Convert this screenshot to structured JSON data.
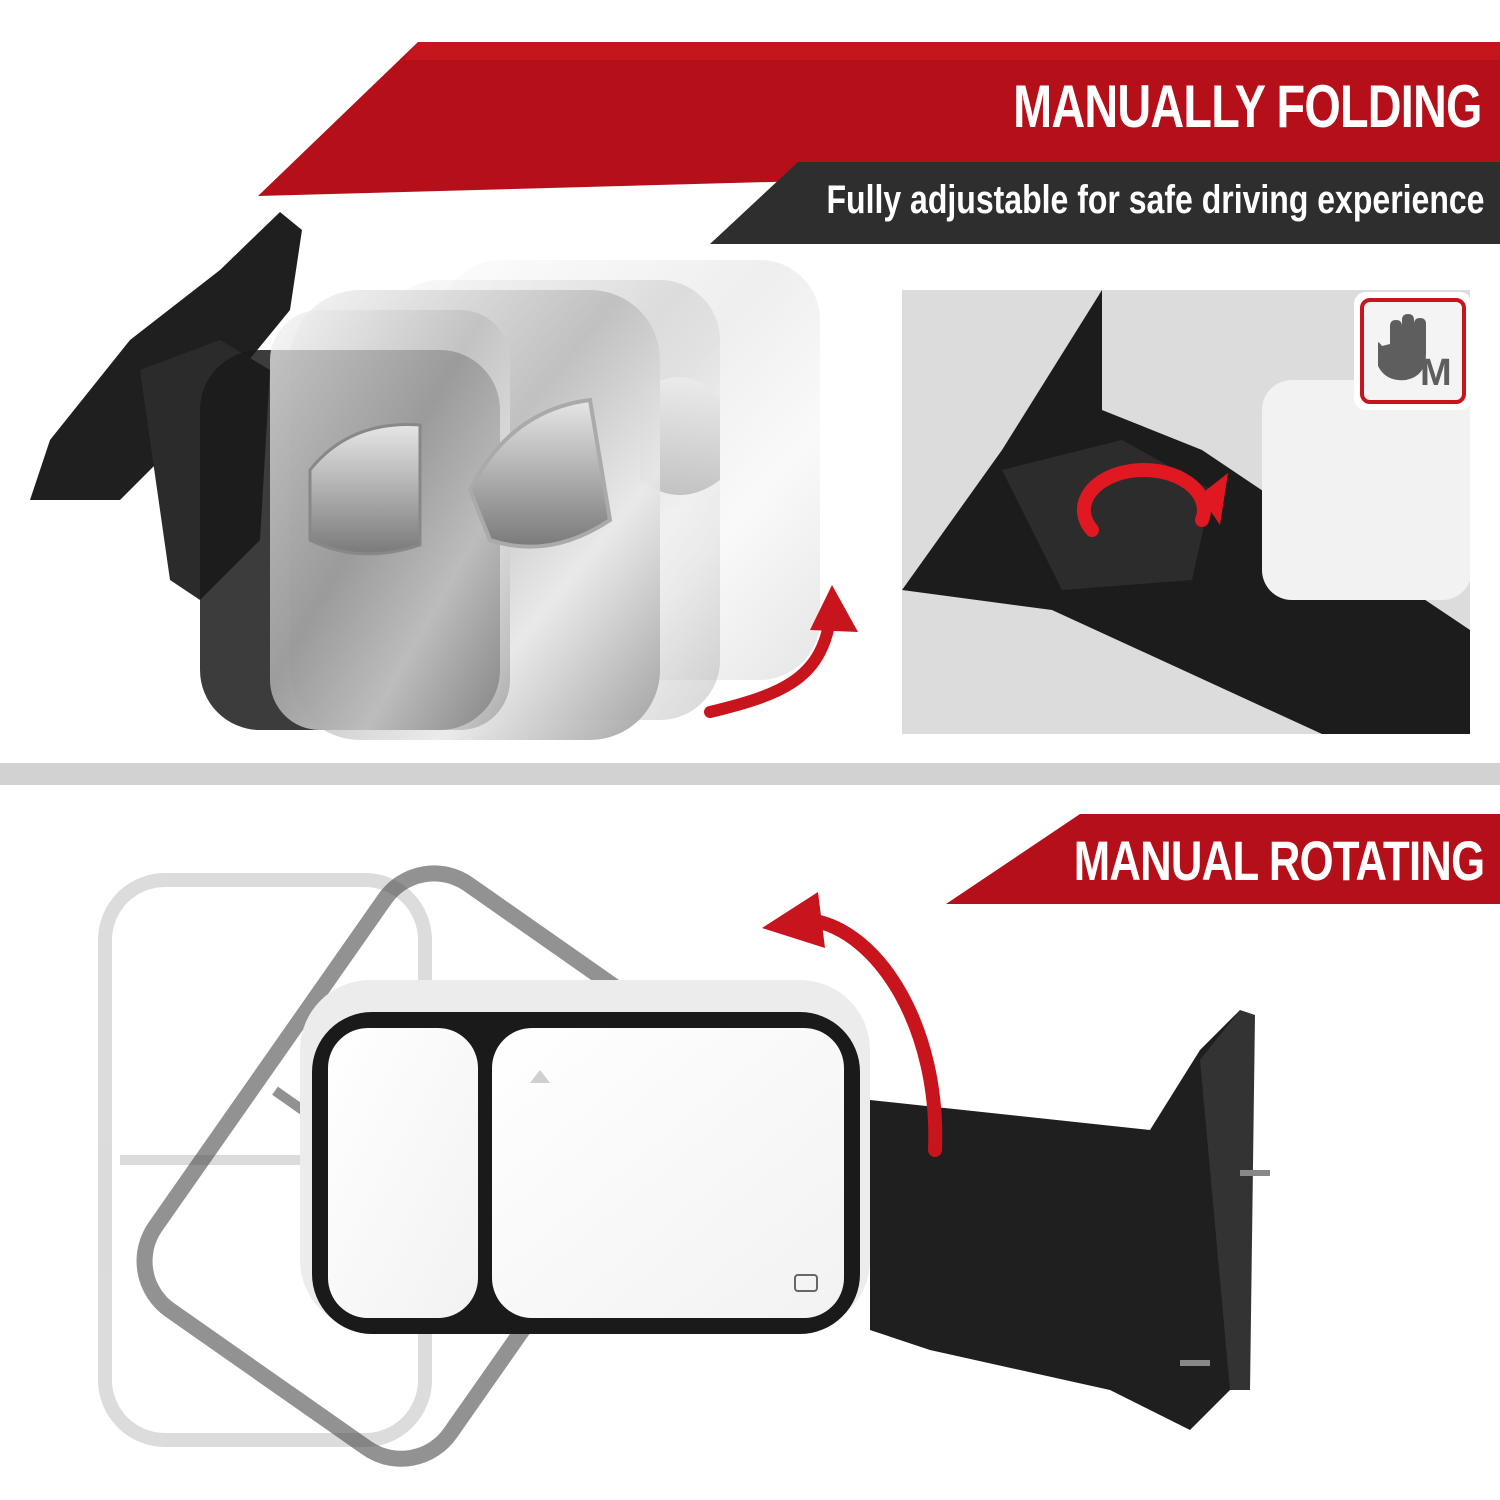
{
  "section_fold": {
    "title": "MANUALLY FOLDING",
    "subtitle": "Fully adjustable for safe driving experience"
  },
  "section_rotate": {
    "title": "MANUAL ROTATING"
  },
  "manual_badge": {
    "letter": "M",
    "icon": "hand-icon"
  },
  "colors": {
    "accent_red": "#c8141c",
    "dark_band": "#2e2e2e",
    "divider_gray": "#d2d2d2",
    "panel_gray": "#dcdcdc"
  }
}
